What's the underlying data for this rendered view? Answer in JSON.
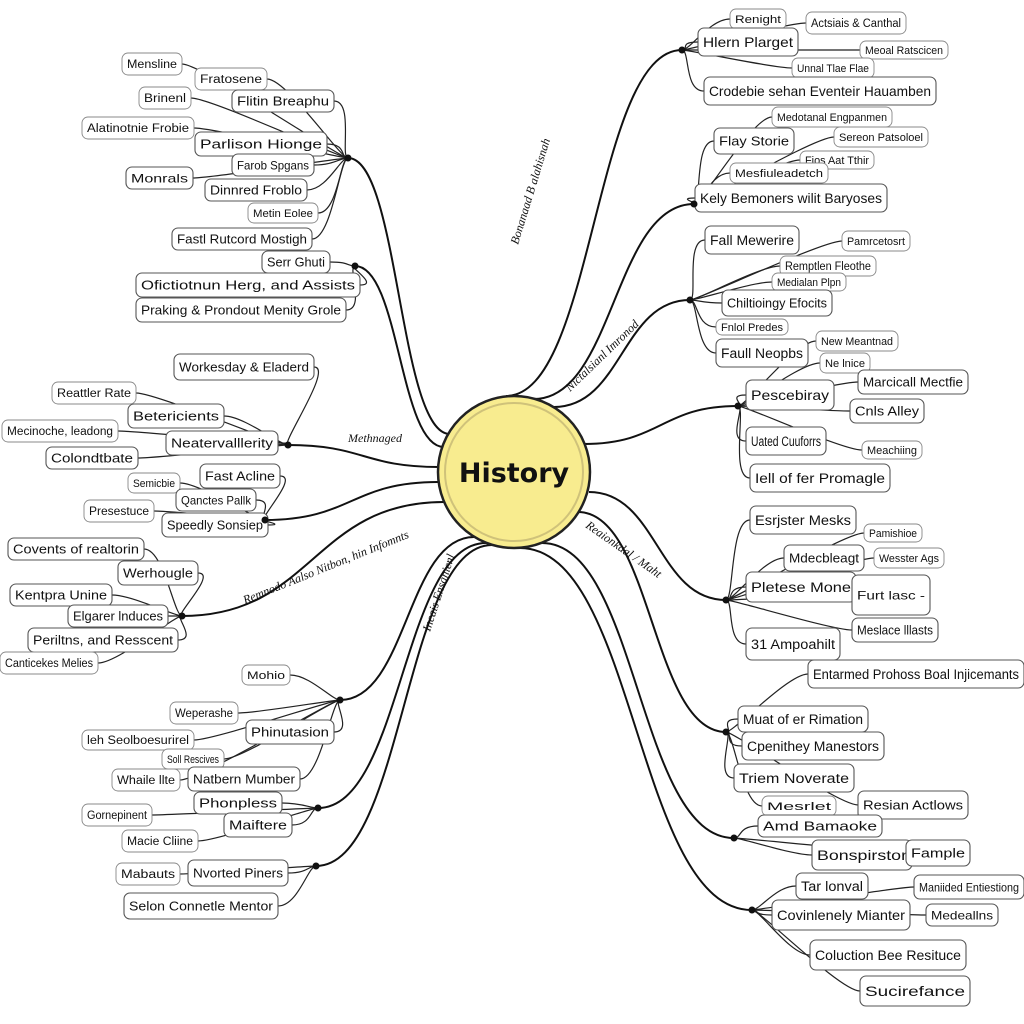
{
  "colors": {
    "center_fill": "#f8ec8f",
    "line": "#111111",
    "node_border": "#555555"
  },
  "center": {
    "label": "History"
  },
  "branch_labels": [
    "Bonanaad B alahisnah",
    "Nictalsianl Imronod",
    "Methnaged",
    "Remnodo Aalso Nitbon, hin Infomnts",
    "Incais Ensanienl",
    "Reaionkdal / Maht"
  ],
  "nodes": [
    "Mensline",
    "Fratosene",
    "Brinenl",
    "Flitin Breaphu",
    "Alatinotnie Frobie",
    "Parlison Hionge",
    "Farob Spgans",
    "Monrals",
    "Dinnred Froblo",
    "Metin Eolee",
    "Fastl Rutcord Mostigh",
    "Serr Ghuti",
    "Ofictiotnun Herg, and Assists",
    "Praking & Prondout Menity Grole",
    "Workesday & Eladerd",
    "Reattler Rate",
    "Betericients",
    "Mecinoche, leadong",
    "Neatervalllerity",
    "Colondtbate",
    "Semicbie",
    "Fast Acline",
    "Qanctes Pallk",
    "Presestuce",
    "Speedly Sonsiep",
    "Covents of realtorin",
    "Werhougle",
    "Kentpra Unine",
    "Elgarer lnduces",
    "Periltns, and Resscent",
    "Canticekes Melies",
    "Mohio",
    "Weperashe",
    "Phinutasion",
    "leh Seolboesurirel",
    "Soll Rescives",
    "Whaile llte",
    "Natbern Mumber",
    "Gornepinent",
    "Phonpless",
    "Maiftere",
    "Macie Cliine",
    "Mabauts",
    "Nvorted Piners",
    "Selon Connetle Mentor",
    "Renight",
    "Actsiais & Canthal",
    "Hlern Plarget",
    "Meoal Ratscicen",
    "Unnal Tlae Flae",
    "Crodebie sehan Eventeir Hauamben",
    "Medotanal Engpanmen",
    "Flay Storie",
    "Sereon Patsoloel",
    "Fios Aat Tthir",
    "Mesfiuleadetch",
    "Kely Bemoners wilit Baryoses",
    "Fall Mewerire",
    "Pamrcetosrt",
    "Remptlen Fleothe",
    "Medialan Plpn",
    "Chiltioingy Efocits",
    "Fnlol Predes",
    "Faull Neopbs",
    "New Meantnad",
    "Ne lnice",
    "Pescebiray",
    "Marcicall Mectfie",
    "Cnls Alley",
    "Uated Cuuforrs",
    "Meachiing",
    "Iell of fer Promagle",
    "Esrjster Mesks",
    "Pamishioe",
    "Mdecbleagt",
    "Wesster Ags",
    "Pletese Mone",
    "Furt lasc  -",
    "31 Ampoahilt",
    "Meslace lllasts",
    "Entarmed Prohoss Boal Injicemants",
    "Muat of er Rimation",
    "Cpenithey Manestors",
    "Triem Noverate",
    "Mesrlet",
    "Resian Actlows",
    "Amd Bamaoke",
    "Bonspirstor",
    "Fample",
    "Tar lonval",
    "Maniided Entiestiong",
    "Covinlenely Mianter",
    "Medeallns",
    "Coluction Bee Resituce",
    "Sucirefance"
  ]
}
